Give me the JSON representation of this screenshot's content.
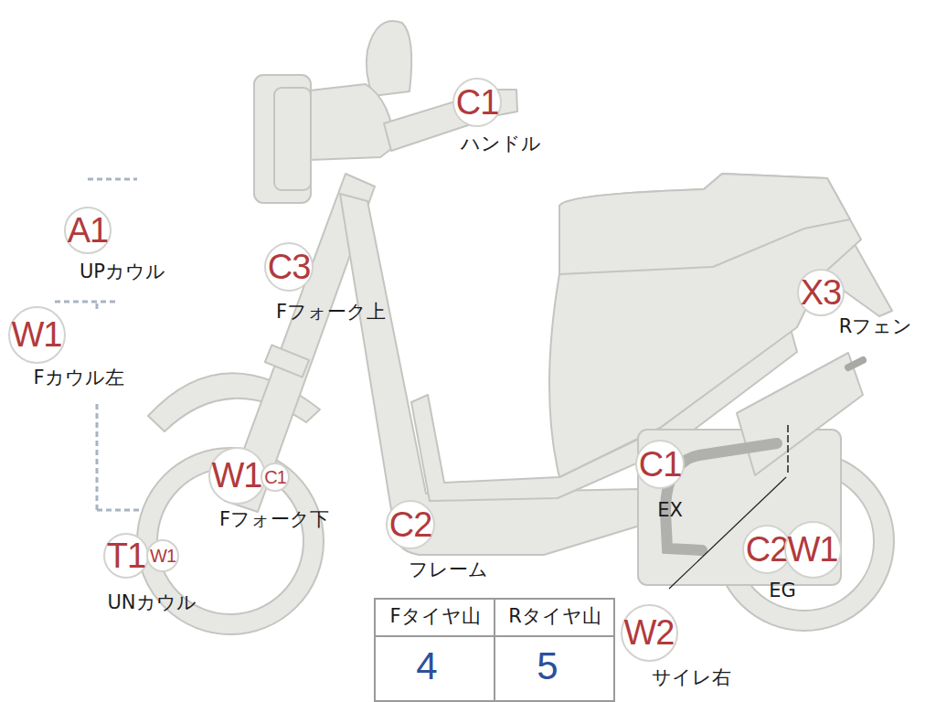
{
  "diagram": {
    "nodes": [
      {
        "text": [
          "C1"
        ]
      },
      {
        "text": [
          "A1"
        ]
      },
      {
        "text": [
          "C3"
        ]
      },
      {
        "text": [
          "X3"
        ]
      },
      {
        "text": [
          "W1"
        ]
      },
      {
        "text": [
          "C1"
        ]
      },
      {
        "text": [
          "W1"
        ]
      },
      {
        "text": [
          "C1"
        ]
      },
      {
        "text": [
          "C2"
        ]
      },
      {
        "text": [
          "C2"
        ]
      },
      {
        "text": [
          "W1"
        ]
      },
      {
        "text": [
          "T1"
        ]
      },
      {
        "text": [
          "W1"
        ]
      },
      {
        "text": [
          "W2"
        ]
      }
    ],
    "labels": [
      "ハンドル",
      "UPカウル",
      "Fフォーク上",
      "Rフェン",
      "Fカウル左",
      "EX",
      "Fフォーク下",
      "フレーム",
      "EG",
      "UNカウル",
      "サイレ右",
      "Fタイヤ山",
      "Rタイヤ山",
      "4",
      "5"
    ]
  }
}
